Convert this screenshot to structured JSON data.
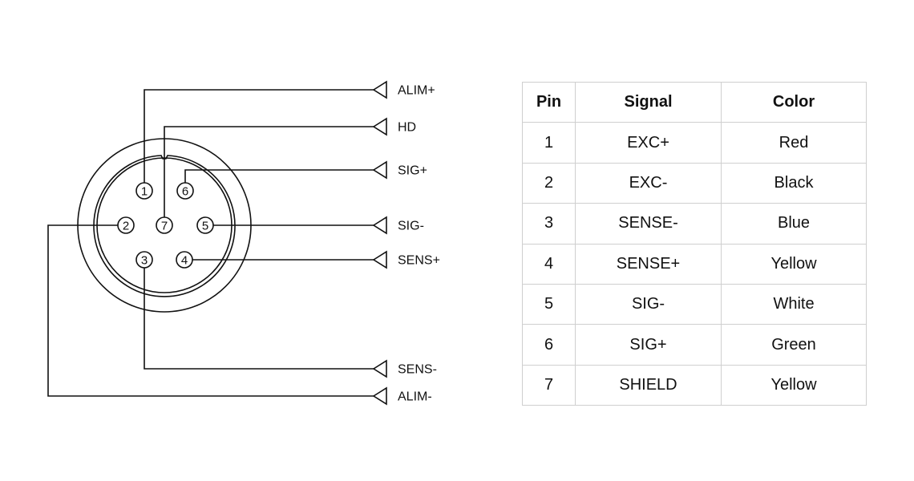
{
  "connector": {
    "pins": [
      "1",
      "2",
      "3",
      "4",
      "5",
      "6",
      "7"
    ],
    "labels": {
      "alim_plus": "ALIM+",
      "hd": "HD",
      "sig_plus": "SIG+",
      "sig_minus": "SIG-",
      "sens_plus": "SENS+",
      "sens_minus": "SENS-",
      "alim_minus": "ALIM-"
    }
  },
  "table": {
    "headers": [
      "Pin",
      "Signal",
      "Color"
    ],
    "rows": [
      [
        "1",
        "EXC+",
        "Red"
      ],
      [
        "2",
        "EXC-",
        "Black"
      ],
      [
        "3",
        "SENSE-",
        "Blue"
      ],
      [
        "4",
        "SENSE+",
        "Yellow"
      ],
      [
        "5",
        "SIG-",
        "White"
      ],
      [
        "6",
        "SIG+",
        "Green"
      ],
      [
        "7",
        "SHIELD",
        "Yellow"
      ]
    ]
  }
}
